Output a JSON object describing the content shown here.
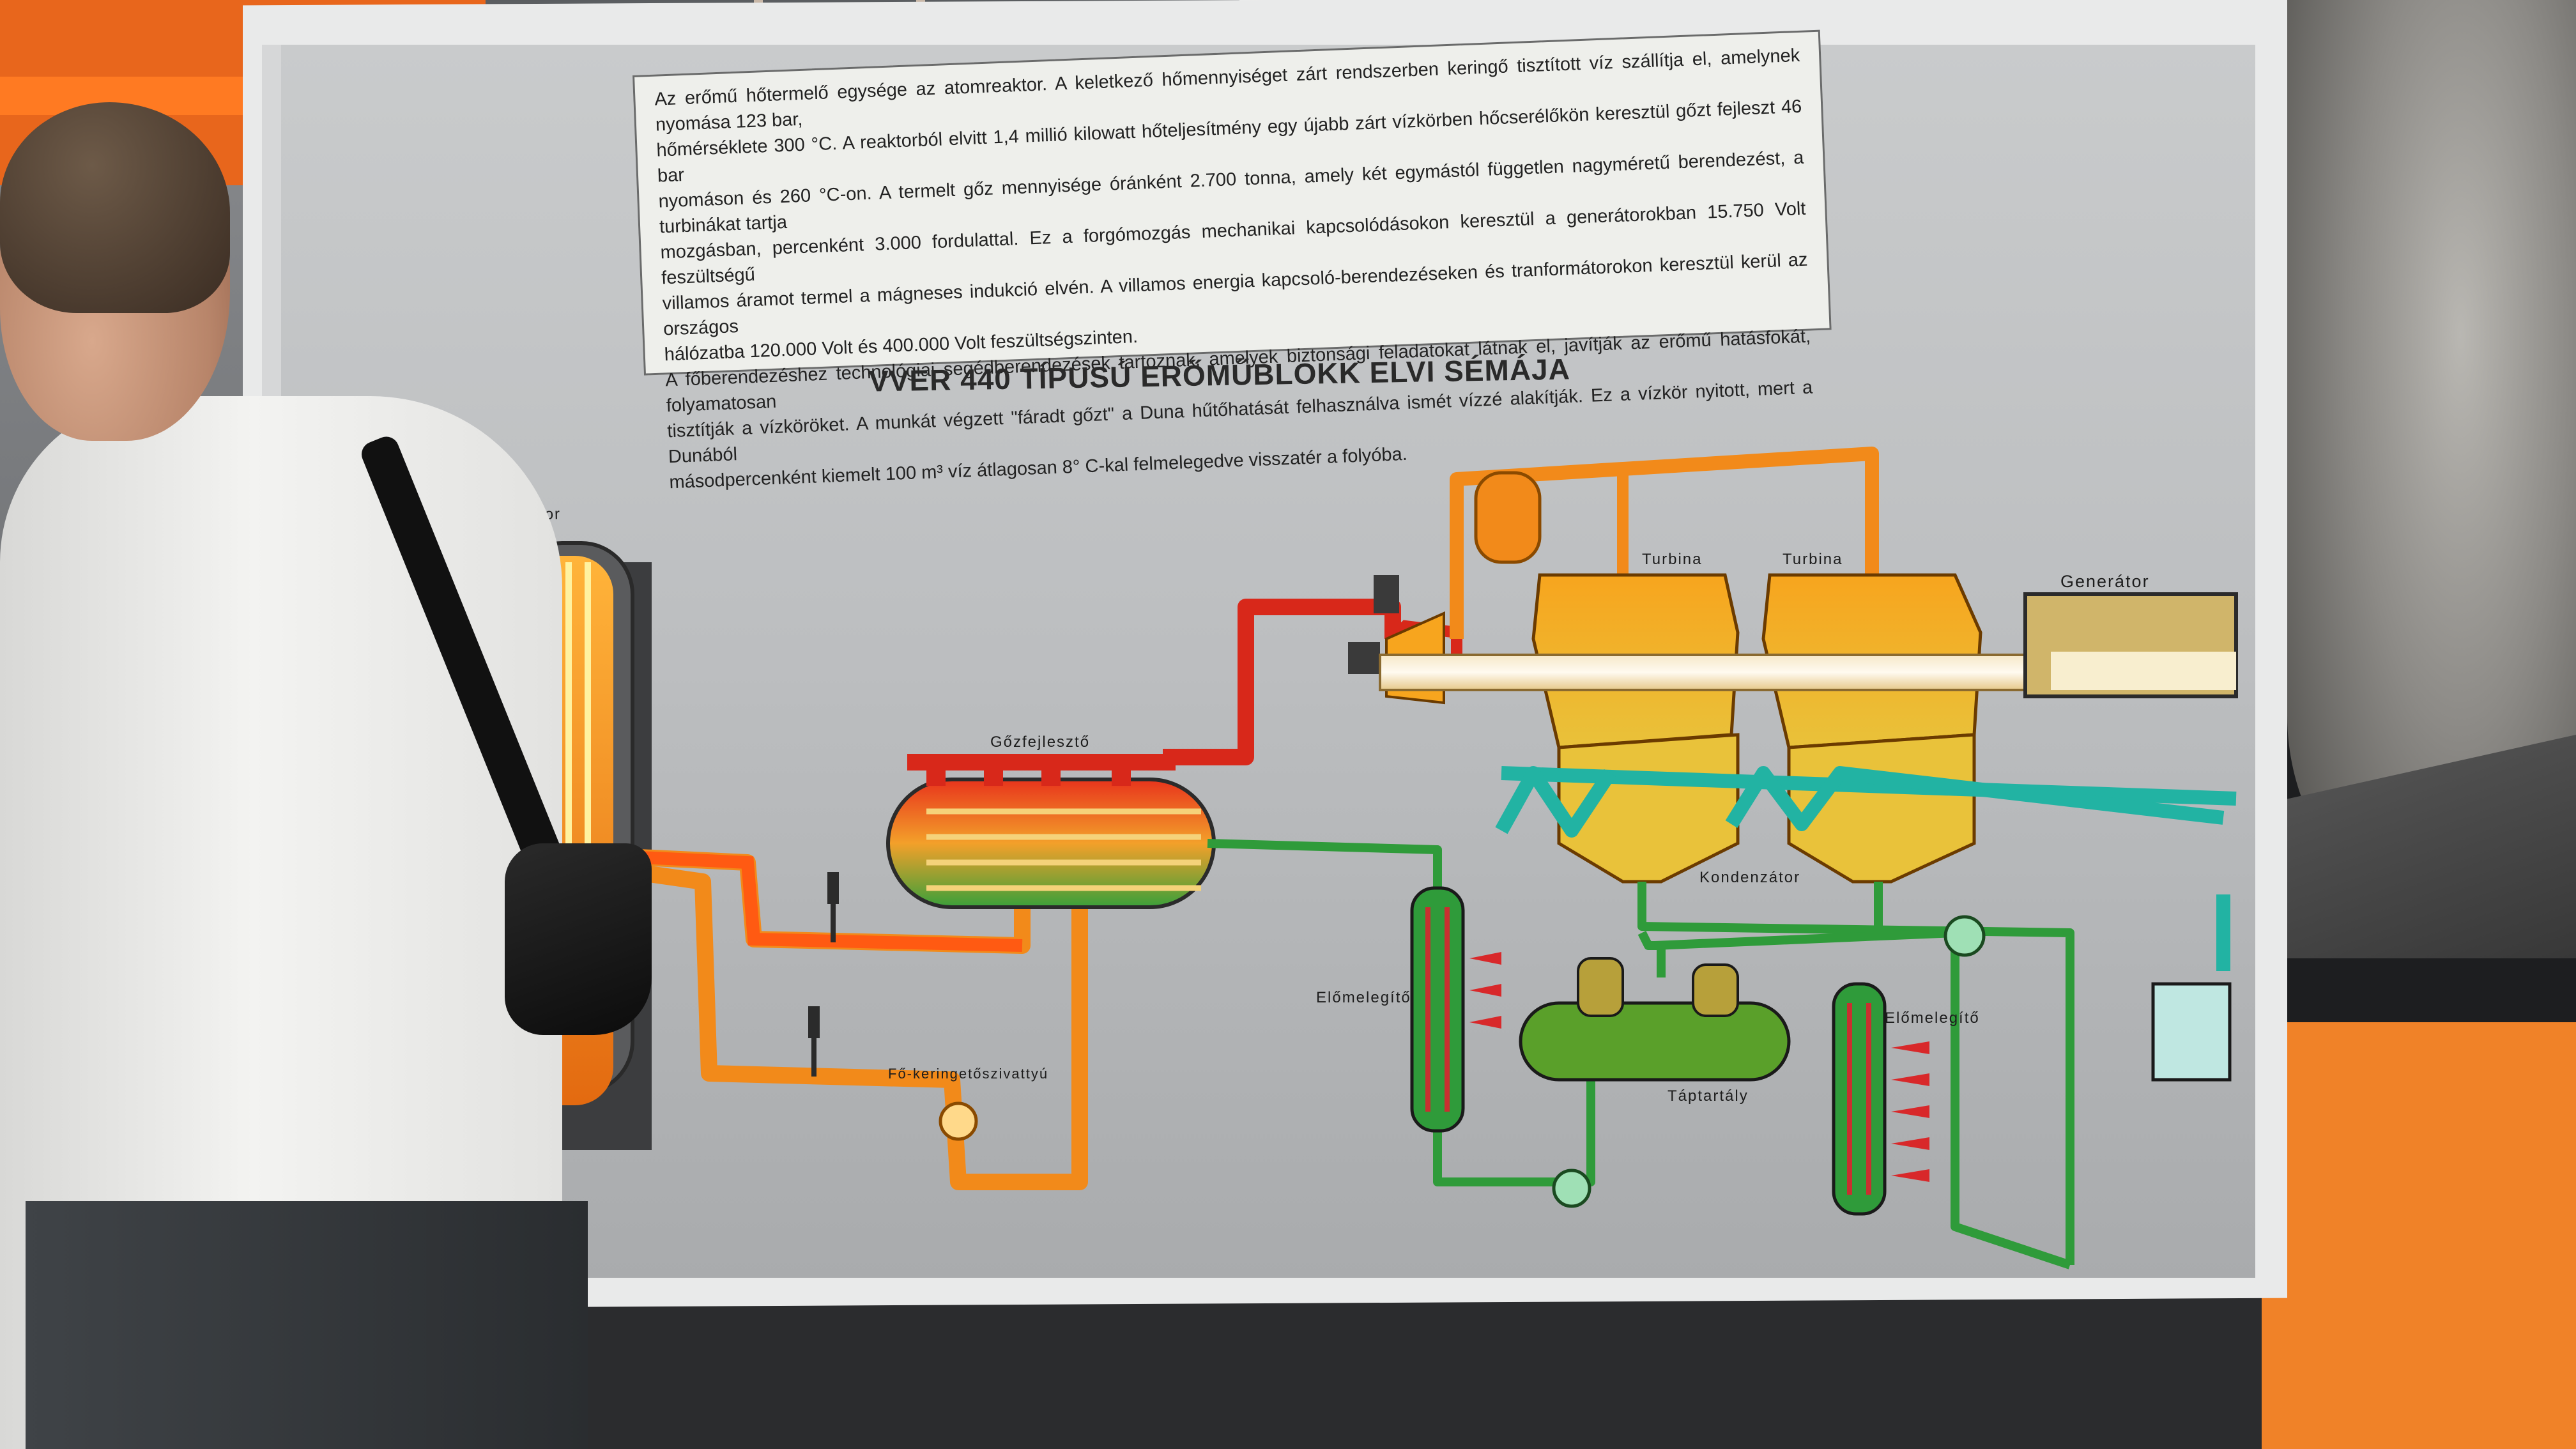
{
  "panel": {
    "description_lines": [
      "Az erőmű hőtermelő egysége az atomreaktor. A keletkező hőmennyiséget zárt rendszerben keringő tisztított víz szállítja el, amelynek nyomása 123 bar,",
      "hőmérséklete 300 °C. A reaktorból elvitt 1,4 millió kilowatt hőteljesítmény egy újabb zárt vízkörben hőcserélőkön keresztül gőzt fejleszt 46 bar",
      "nyomáson és 260 °C-on. A termelt gőz mennyisége óránként 2.700 tonna, amely két egymástól független nagyméretű berendezést, a turbinákat tartja",
      "mozgásban, percenként 3.000 fordulattal. Ez a forgómozgás mechanikai kapcsolódásokon keresztül a generátorokban 15.750 Volt feszültségű",
      "villamos áramot termel a mágneses indukció elvén. A villamos energia kapcsoló-berendezéseken és tranformátorokon keresztül kerül az országos",
      "hálózatba 120.000 Volt és 400.000 Volt feszültségszinten.",
      "A főberendezéshez technológiai segédberendezések tartoznak, amelyek biztonsági feladatokat látnak el, javítják az erőmű hatásfokát, folyamatosan",
      "tisztítják a vízköröket. A munkát végzett \"fáradt gőzt\" a Duna hűtőhatását felhasználva ismét vízzé alakítják. Ez a vízkör nyitott, mert a Dunából",
      "másodpercenként kiemelt 100 m³ víz átlagosan 8° C-kal felmelegedve visszatér a folyóba."
    ],
    "title": "VVER 440 TÍPUSÚ ERŐMŰBLOKK ELVI SÉMÁJA",
    "labels": {
      "reactor": "Reaktor",
      "steam_generator": "Gőzfejlesztő",
      "main_pump": "Fő-keringetőszivattyú",
      "turbine_1": "Turbina",
      "turbine_2": "Turbina",
      "generator": "Generátor",
      "condenser": "Kondenzátor",
      "preheater_1": "Előmelegítő",
      "preheater_2": "Előmelegítő",
      "feed_tank": "Táptartály"
    }
  },
  "colors": {
    "primary_loop": "#f28a1a",
    "hot_steam": "#e0261a",
    "feed_water": "#2f9b3a",
    "cooling_water": "#22b3a3",
    "board": "#c2c4c6"
  }
}
